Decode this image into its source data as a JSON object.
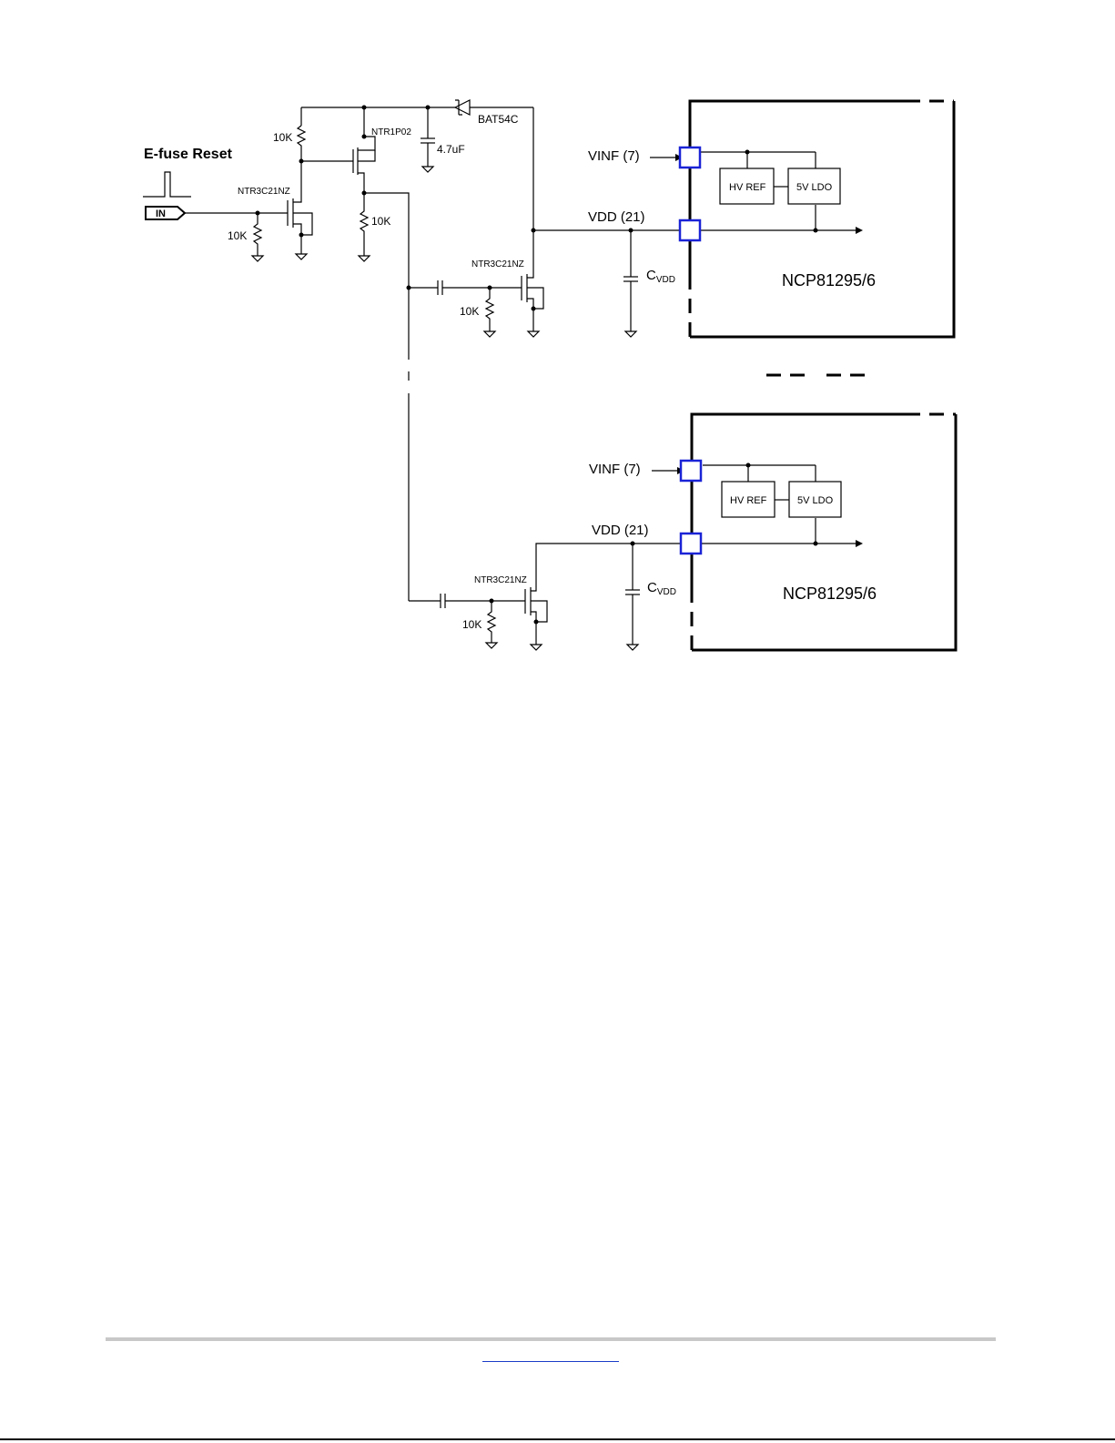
{
  "title": "E-fuse Reset",
  "input_label": "IN",
  "components": {
    "r_pullup": "10K",
    "r_gate_in": "10K",
    "r_drain_p": "10K",
    "r_gate_1": "10K",
    "r_gate_2": "10K",
    "pmos": "NTR1P02",
    "nmos_in": "NTR3C21NZ",
    "nmos_1": "NTR3C21NZ",
    "nmos_2": "NTR3C21NZ",
    "diode": "BAT54C",
    "cap": "4.7uF"
  },
  "chips": [
    {
      "name": "NCP81295/6",
      "vinf_label": "VINF (7)",
      "vdd_label": "VDD (21)",
      "cvdd_main": "C",
      "cvdd_sub": "VDD",
      "block_hvref": "HV REF",
      "block_ldo": "5V LDO"
    },
    {
      "name": "NCP81295/6",
      "vinf_label": "VINF (7)",
      "vdd_label": "VDD (21)",
      "cvdd_main": "C",
      "cvdd_sub": "VDD",
      "block_hvref": "HV REF",
      "block_ldo": "5V LDO"
    }
  ],
  "colors": {
    "pin": "#1a23d6",
    "wire": "#000000",
    "footer_rule": "#c8c8c8"
  }
}
